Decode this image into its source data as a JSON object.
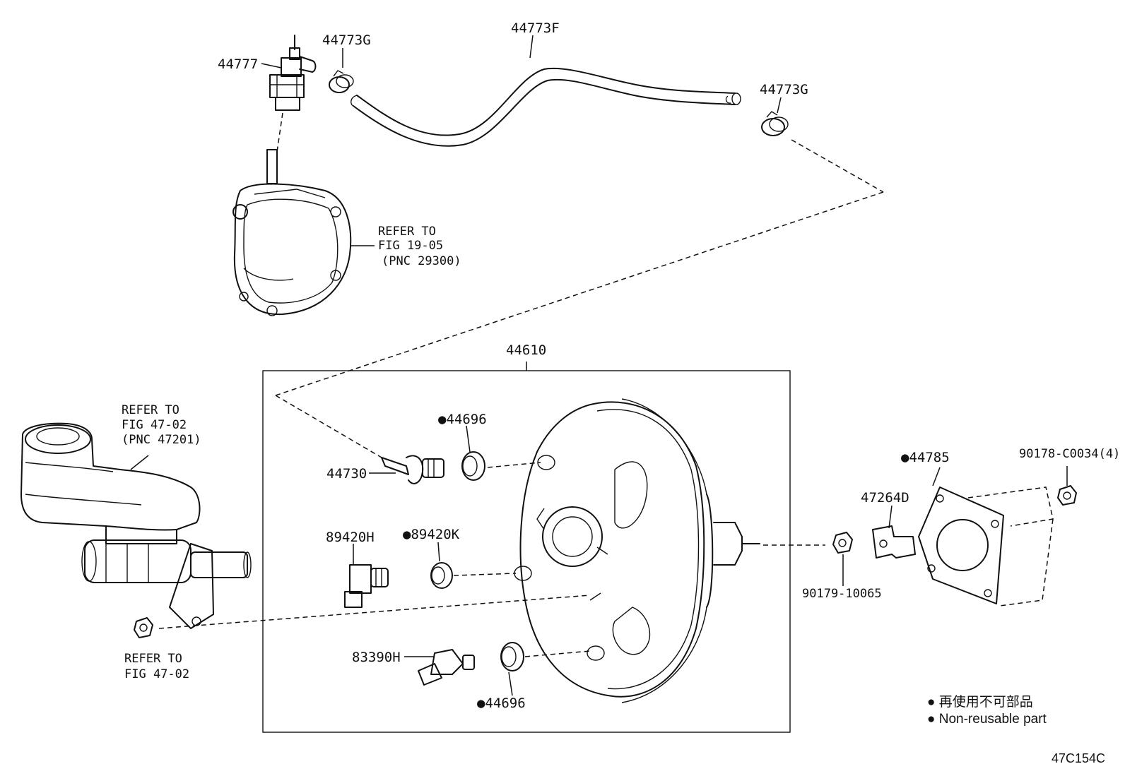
{
  "labels": {
    "p44777": "44777",
    "p44773G_a": "44773G",
    "p44773F": "44773F",
    "p44773G_b": "44773G",
    "p44610": "44610",
    "p44696_a": "●44696",
    "p44730": "44730",
    "p89420H": "89420H",
    "p89420K": "●89420K",
    "p83390H": "83390H",
    "p44696_b": "●44696",
    "p44785": "●44785",
    "p90178": "90178-C0034(4)",
    "p47264D": "47264D",
    "p90179": "90179-10065"
  },
  "refs": {
    "vacuum_pump": [
      "REFER TO",
      "FIG 19-05",
      "(PNC 29300)"
    ],
    "master_cyl": [
      "REFER TO",
      "FIG 47-02",
      "(PNC 47201)"
    ],
    "nut": [
      "REFER TO",
      "FIG 47-02"
    ]
  },
  "legend": {
    "line1": "● 再使用不可部品",
    "line2": "● Non-reusable part"
  },
  "figure_code": "47C154C"
}
